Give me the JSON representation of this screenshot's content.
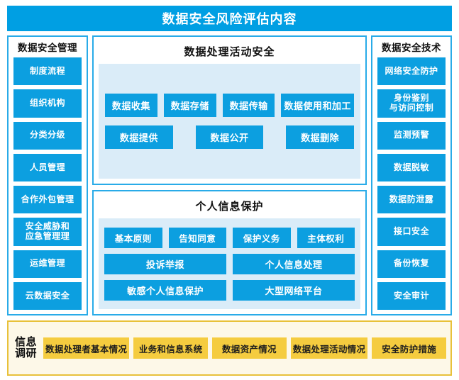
{
  "header": {
    "title": "数据安全风险评估内容",
    "accent_color": "#009fe3"
  },
  "left_panel": {
    "title": "数据安全管理",
    "items": [
      {
        "label": "制度流程"
      },
      {
        "label": "组织机构"
      },
      {
        "label": "分类分级"
      },
      {
        "label": "人员管理"
      },
      {
        "label": "合作外包管理"
      },
      {
        "label": "安全威胁和\n应急管理理"
      },
      {
        "label": "运维管理"
      },
      {
        "label": "云数据安全"
      }
    ]
  },
  "right_panel": {
    "title": "数据安全技术",
    "items": [
      {
        "label": "网络安全防护"
      },
      {
        "label": "身份鉴别\n与访问控制"
      },
      {
        "label": "监测预警"
      },
      {
        "label": "数据脱敏"
      },
      {
        "label": "数据防泄露"
      },
      {
        "label": "接口安全"
      },
      {
        "label": "备份恢复"
      },
      {
        "label": "安全审计"
      }
    ]
  },
  "center_panel_1": {
    "title": "数据处理活动安全",
    "row1": [
      {
        "label": "数据收集"
      },
      {
        "label": "数据存储"
      },
      {
        "label": "数据传输"
      },
      {
        "label": "数据使用和加工"
      }
    ],
    "row2": [
      {
        "label": "数据提供"
      },
      {
        "label": "数据公开"
      },
      {
        "label": "数据删除"
      }
    ]
  },
  "center_panel_2": {
    "title": "个人信息保护",
    "row1": [
      {
        "label": "基本原则"
      },
      {
        "label": "告知同意"
      },
      {
        "label": "保护义务"
      },
      {
        "label": "主体权利"
      }
    ],
    "row2": [
      {
        "label": "投诉举报"
      },
      {
        "label": "个人信息处理"
      }
    ],
    "row3": [
      {
        "label": "敏感个人信息保护"
      },
      {
        "label": "大型网络平台"
      }
    ]
  },
  "bottom_bar": {
    "label": "信息\n调研",
    "accent_color": "#f5cc3f",
    "items": [
      {
        "label": "数据处理者基本情况"
      },
      {
        "label": "业务和信息系统"
      },
      {
        "label": "数据资产情况"
      },
      {
        "label": "数据处理活动情况"
      },
      {
        "label": "安全防护措施"
      }
    ]
  },
  "colors": {
    "tile_blue": "#0c9fe0",
    "panel_border": "#29abe8",
    "inner_box": "#daecf8",
    "bottom_bg": "#fdf8e8",
    "bottom_border": "#e8c13a"
  }
}
